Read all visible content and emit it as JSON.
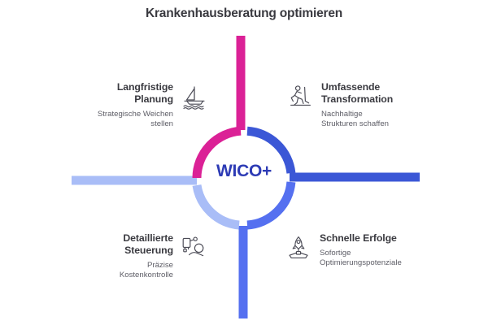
{
  "title": "Krankenhausberatung optimieren",
  "center": {
    "label": "WICO+",
    "color": "#2d3bb5"
  },
  "colors": {
    "background": "#ffffff",
    "title_text": "#3a3a40",
    "heading_text": "#3a3a40",
    "subtitle_text": "#5d5d66",
    "icon_stroke": "#4a4a55",
    "arc_top_left": "#db2196",
    "arc_top_right": "#3b57d6",
    "arc_bottom_right": "#5570f0",
    "arc_bottom_left": "#a9bdf7"
  },
  "quadrants": [
    {
      "id": "top-left",
      "heading": "Langfristige\nPlanung",
      "subtitle": "Strategische Weichen\nstellen",
      "icon": "sailboat-icon",
      "accent": "#db2196"
    },
    {
      "id": "top-right",
      "heading": "Umfassende\nTransformation",
      "subtitle": "Nachhaltige\nStrukturen schaffen",
      "icon": "hiker-icon",
      "accent": "#3b57d6"
    },
    {
      "id": "bottom-left",
      "heading": "Detaillierte\nSteuerung",
      "subtitle": "Präzise\nKostenkontrolle",
      "icon": "projector-person-icon",
      "accent": "#a9bdf7"
    },
    {
      "id": "bottom-right",
      "heading": "Schnelle Erfolge",
      "subtitle": "Sofortige\nOptimierungspotenziale",
      "icon": "rocket-icon",
      "accent": "#5570f0"
    }
  ]
}
